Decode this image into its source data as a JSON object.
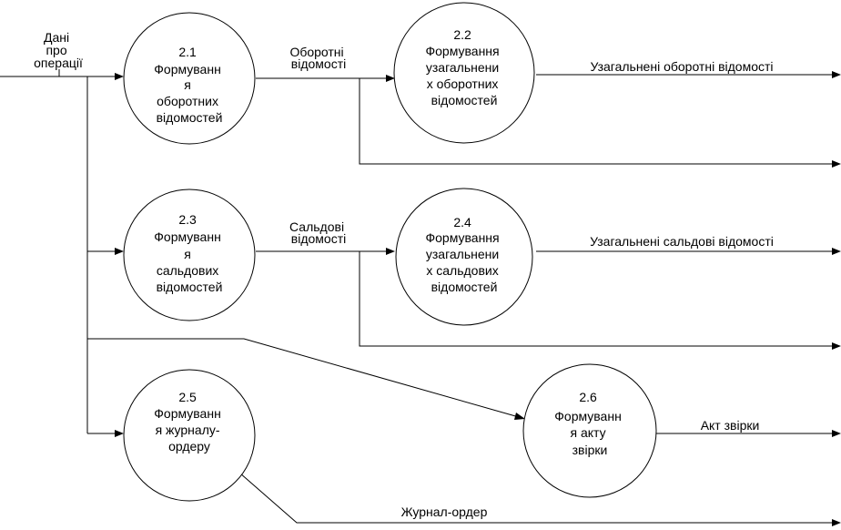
{
  "processes": [
    {
      "id": "2.1",
      "lines": [
        "Формуванн",
        "я",
        "оборотних",
        "відомостей"
      ]
    },
    {
      "id": "2.2",
      "lines": [
        "Формування",
        "узагальнени",
        "х оборотних",
        "відомостей"
      ]
    },
    {
      "id": "2.3",
      "lines": [
        "Формуванн",
        "я",
        "сальдових",
        "відомостей"
      ]
    },
    {
      "id": "2.4",
      "lines": [
        "Формування",
        "узагальнени",
        "х сальдових",
        "відомостей"
      ]
    },
    {
      "id": "2.5",
      "lines": [
        "Формуванн",
        "я журналу-",
        "ордеру"
      ]
    },
    {
      "id": "2.6",
      "lines": [
        "Формуванн",
        "я акту",
        "звірки"
      ]
    }
  ],
  "flows": {
    "input": [
      "Дані",
      "про",
      "операції"
    ],
    "turnover": [
      "Оборотні",
      "відомості"
    ],
    "balance": [
      "Сальдові",
      "відомості"
    ],
    "general_turnover": "Узагальнені оборотні відомості",
    "general_balance": "Узагальнені сальдові відомості",
    "reconciliation_act": "Акт звірки",
    "journal_order": "Журнал-ордер"
  }
}
